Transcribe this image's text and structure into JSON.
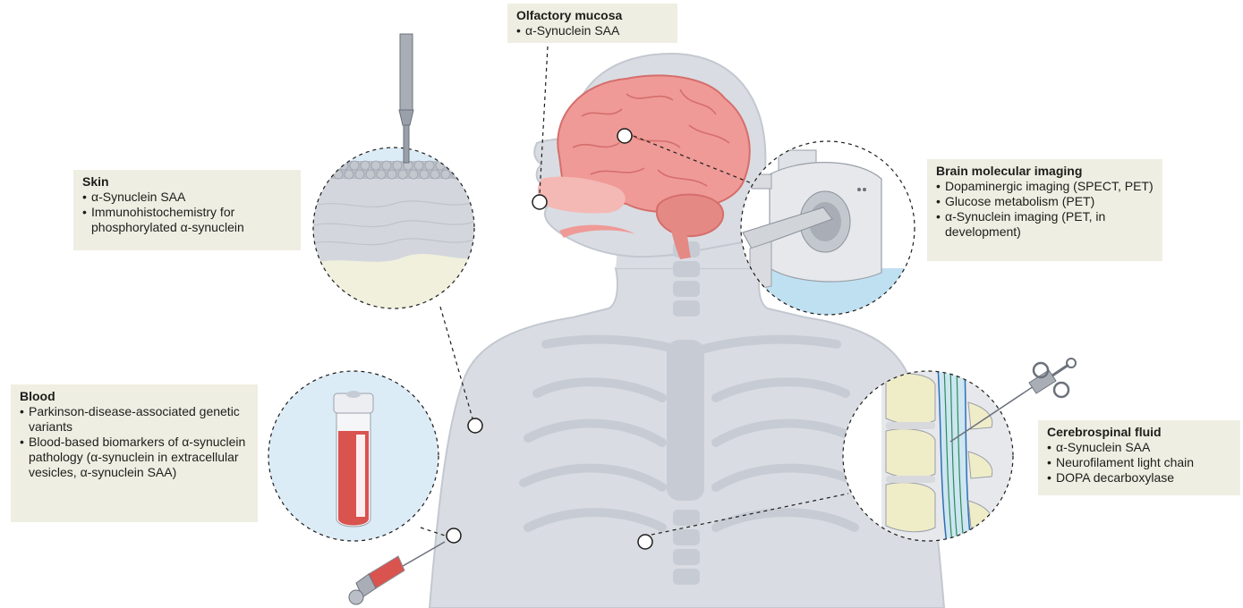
{
  "colors": {
    "body": "#d9dde3",
    "body_outline": "#c3c8d0",
    "bone": "#c7ccd4",
    "brain": "#ef9a97",
    "brain_dark": "#d56e6c",
    "inset_bg": "#dcecf7",
    "label_bg": "#efeee2",
    "blood": "#d9534f"
  },
  "labels": {
    "olfactory": {
      "title": "Olfactory mucosa",
      "items": [
        "α-Synuclein SAA"
      ]
    },
    "skin": {
      "title": "Skin",
      "items": [
        "α-Synuclein SAA",
        "Immunohistochemistry for phosphorylated α-synuclein"
      ]
    },
    "brain_imaging": {
      "title": "Brain molecular imaging",
      "items": [
        "Dopaminergic imaging (SPECT, PET)",
        "Glucose metabolism (PET)",
        "α-Synuclein imaging (PET, in development)"
      ]
    },
    "blood": {
      "title": "Blood",
      "items": [
        "Parkinson-disease-associated genetic variants",
        "Blood-based biomarkers of α-synuclein pathology (α-synuclein in extracellular vesicles, α-synuclein SAA)"
      ]
    },
    "csf": {
      "title": "Cerebrospinal fluid",
      "items": [
        "α-Synuclein SAA",
        "Neurofilament light chain",
        "DOPA decarboxylase"
      ]
    }
  },
  "insets": {
    "skin": "skin biopsy inset",
    "brain_imaging": "scanner inset",
    "blood": "blood tube inset",
    "csf": "lumbar puncture inset"
  }
}
